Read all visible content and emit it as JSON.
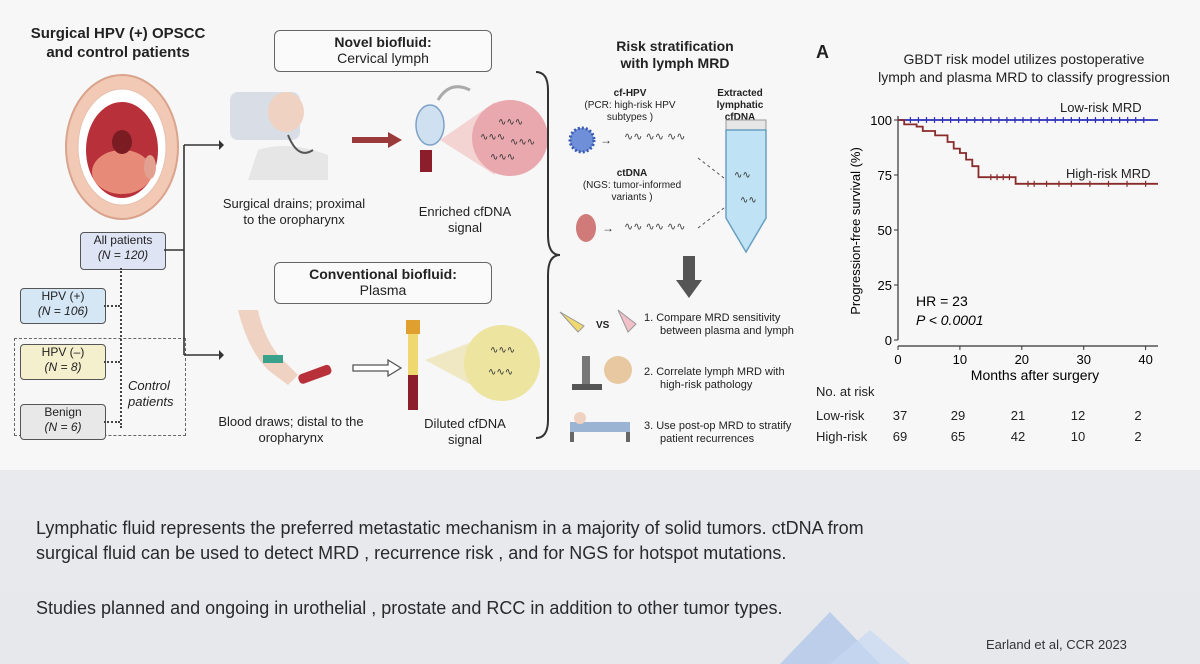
{
  "slide": {
    "left_title": [
      "Surgical HPV (+) OPSCC",
      "and control patients"
    ],
    "cohort": {
      "all": [
        "All patients",
        "(N = 120)"
      ],
      "hpv_pos": [
        "HPV (+)",
        "(N = 106)"
      ],
      "hpv_neg": [
        "HPV (–)",
        "(N = 8)"
      ],
      "benign": [
        "Benign",
        "(N = 6)"
      ],
      "control": [
        "Control",
        "patients"
      ]
    },
    "novel": {
      "title": "Novel biofluid:",
      "subtitle": "Cervical lymph",
      "drains_caption_1": "Surgical drains; proximal",
      "drains_caption_2": "to the oropharynx",
      "enriched": [
        "Enriched cfDNA",
        "signal"
      ]
    },
    "conventional": {
      "title": "Conventional biofluid:",
      "subtitle": "Plasma",
      "blood_caption": [
        "Blood draws; distal to the",
        "oropharynx"
      ],
      "diluted": [
        "Diluted cfDNA",
        "signal"
      ]
    },
    "risk": {
      "title": [
        "Risk stratification",
        "with lymph MRD"
      ],
      "cfhpv": [
        "cf-HPV",
        "(PCR: high-risk HPV",
        "subtypes )"
      ],
      "ctdna": [
        "ctDNA",
        "(NGS: tumor-informed",
        "variants )"
      ],
      "extracted": [
        "Extracted",
        "lymphatic",
        "cfDNA"
      ],
      "vs": "VS",
      "step1": [
        "1.  Compare MRD sensitivity",
        "between plasma and lymph"
      ],
      "step2": [
        "2.  Correlate lymph MRD with",
        "high-risk pathology"
      ],
      "step3": [
        "3.  Use post-op MRD to stratify",
        "patient recurrences"
      ]
    },
    "panel_letter": "A",
    "km": {
      "title": [
        "GBDT risk model utilizes postoperative",
        "lymph and plasma MRD to classify progression"
      ],
      "ylabel": "Progression-free survival (%)",
      "xlabel": "Months after surgery",
      "low_label": "Low-risk MRD",
      "high_label": "High-risk MRD",
      "hr": "HR = 23",
      "p": "P < 0.0001",
      "at_risk_title": "No. at risk",
      "at_risk": [
        {
          "label": "Low-risk",
          "values": [
            "37",
            "29",
            "21",
            "12",
            "2"
          ]
        },
        {
          "label": "High-risk",
          "values": [
            "69",
            "65",
            "42",
            "10",
            "2"
          ]
        }
      ]
    },
    "body_text": [
      "Lymphatic fluid represents the preferred metastatic mechanism in a majority of solid tumors.  ctDNA from",
      "surgical fluid can be used to detect MRD , recurrence risk , and for NGS for hotspot mutations.",
      "Studies planned and ongoing in urothelial , prostate and RCC in addition to other tumor types."
    ],
    "citation": "Earland et al, CCR 2023",
    "colors": {
      "low": "#2b2fb8",
      "high": "#8a2b2b",
      "accent_arrow": "#9b3a3a"
    }
  },
  "chart_data": {
    "type": "line",
    "title": "GBDT risk model utilizes postoperative lymph and plasma MRD to classify progression",
    "xlabel": "Months after surgery",
    "ylabel": "Progression-free survival (%)",
    "xlim": [
      0,
      42
    ],
    "ylim": [
      0,
      100
    ],
    "xticks": [
      0,
      10,
      20,
      30,
      40
    ],
    "yticks": [
      0,
      25,
      50,
      75,
      100
    ],
    "series": [
      {
        "name": "Low-risk MRD",
        "color": "#2b2fb8",
        "x": [
          0,
          42
        ],
        "y": [
          100,
          100
        ]
      },
      {
        "name": "High-risk MRD",
        "color": "#8a2b2b",
        "x": [
          0,
          1,
          1,
          3,
          3,
          4,
          4,
          6,
          6,
          8,
          8,
          9,
          9,
          10,
          10,
          11,
          11,
          12,
          12,
          13,
          13,
          19,
          19,
          42
        ],
        "y": [
          100,
          100,
          98,
          98,
          97,
          97,
          95,
          95,
          93,
          93,
          90,
          90,
          87,
          87,
          85,
          85,
          82,
          82,
          79,
          79,
          74,
          74,
          71,
          71
        ]
      }
    ],
    "annotations": [
      "HR = 23",
      "P < 0.0001"
    ]
  }
}
